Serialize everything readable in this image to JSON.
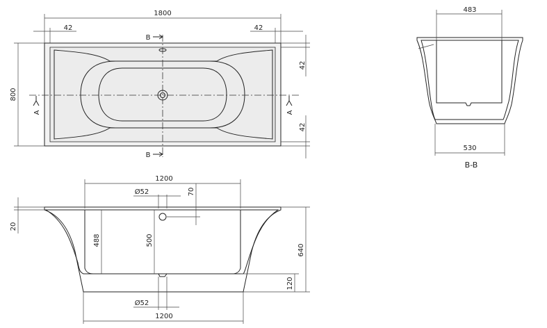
{
  "top_view": {
    "overall_length": "1800",
    "overall_width": "800",
    "rim_left": "42",
    "rim_right": "42",
    "rim_top": "42",
    "rim_bottom": "42",
    "section_mark": "B",
    "section_mark_2": "B",
    "side_mark_left": "A",
    "side_mark_right": "A"
  },
  "section_bb": {
    "top_inner_width": "483",
    "base_width": "530",
    "label": "B-B"
  },
  "side_view": {
    "top_length": "1200",
    "waste_diameter_top": "Ø52",
    "offset_70": "70",
    "rim_thickness": "20",
    "inner_depth": "488",
    "depth_to_waste": "500",
    "overall_height": "640",
    "base_height": "120",
    "waste_diameter_bottom": "Ø52",
    "base_length": "1200"
  }
}
